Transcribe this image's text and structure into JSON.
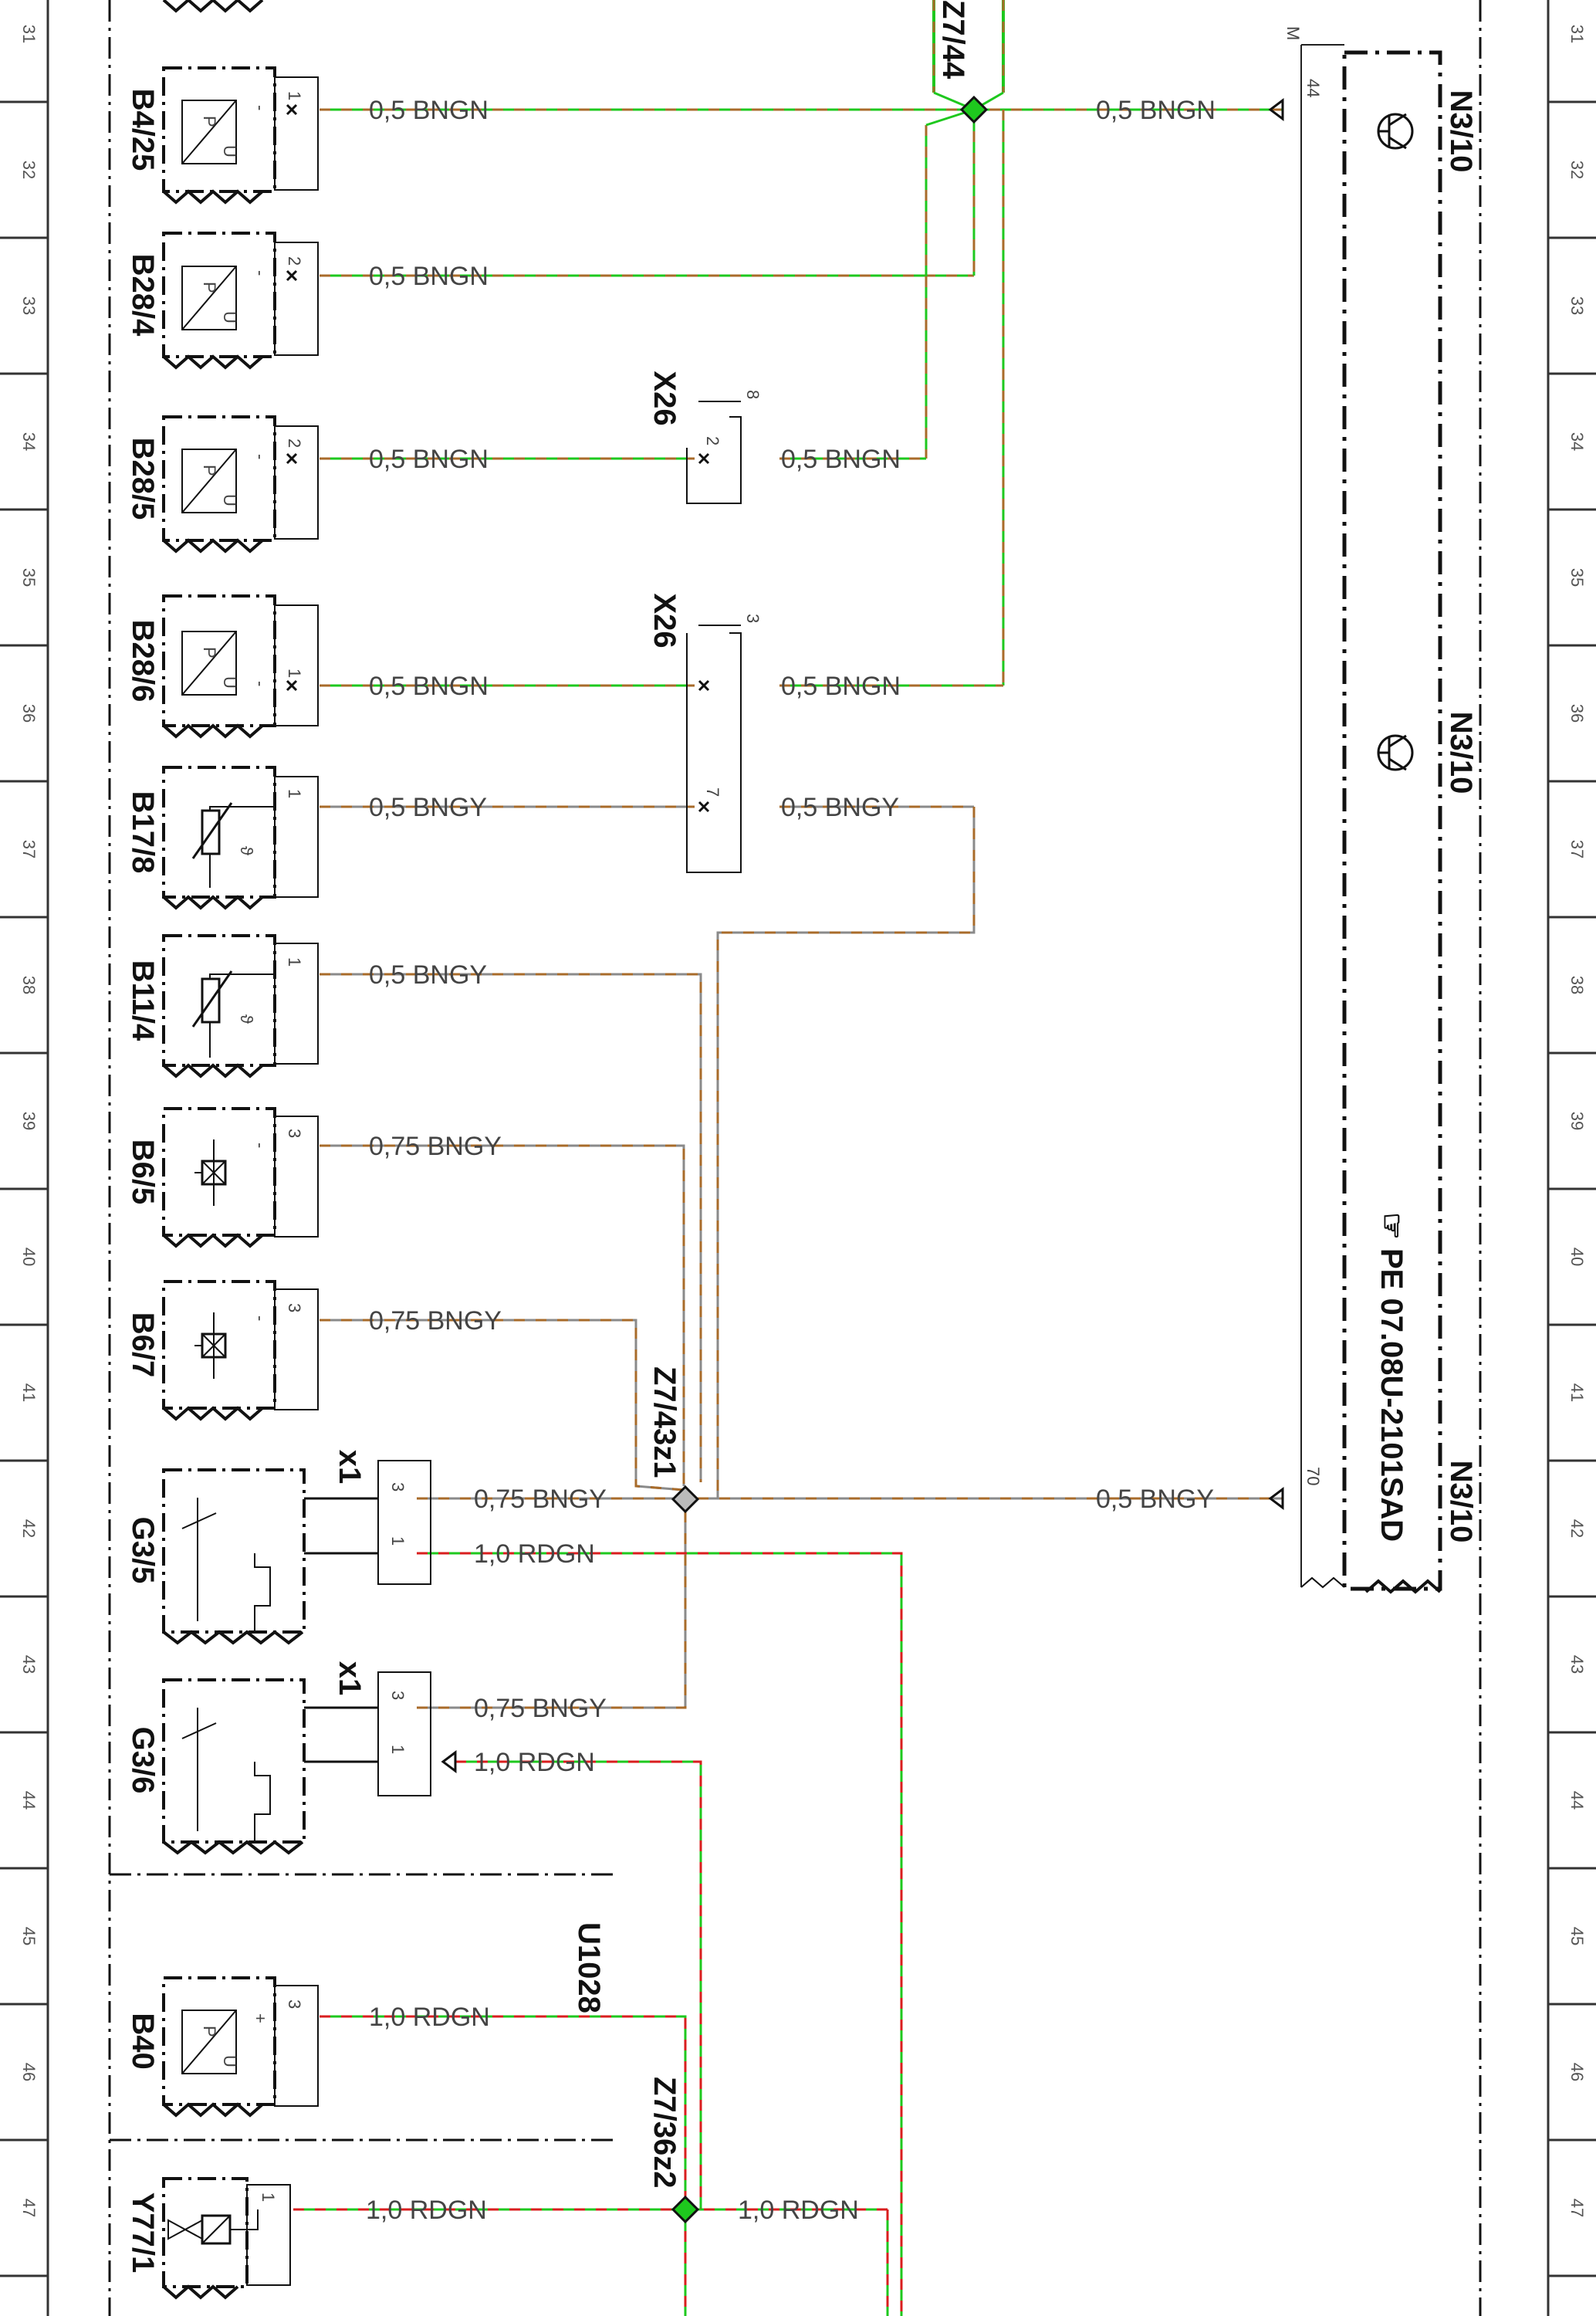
{
  "row_numbers": [
    "31",
    "32",
    "33",
    "34",
    "35",
    "36",
    "37",
    "38",
    "39",
    "40",
    "41",
    "42",
    "43",
    "44",
    "45",
    "46",
    "47"
  ],
  "components": {
    "B4_25": "B4/25",
    "B28_4": "B28/4",
    "B28_5": "B28/5",
    "B28_6": "B28/6",
    "B17_8": "B17/8",
    "B11_4": "B11/4",
    "B6_5": "B6/5",
    "B6_7": "B6/7",
    "G3_5": "G3/5",
    "G3_6": "G3/6",
    "B40": "B40",
    "Y77_1": "Y77/1",
    "N3_10_a": "N3/10",
    "N3_10_b": "N3/10",
    "N3_10_c": "N3/10",
    "U1028": "U1028",
    "X26_a": "X26",
    "X26_b": "X26",
    "x1_a": "x1",
    "x1_b": "x1"
  },
  "splices": {
    "z7_44": "Z7/44",
    "z7_43z1": "Z7/43z1",
    "z7_36z2": "Z7/36z2"
  },
  "reference": "☞ PE 07.08U-2101SAD",
  "pins": {
    "b4_25": "1",
    "b28_4": "2",
    "b28_5": "2",
    "b28_6": "1",
    "b17_8": "1",
    "b11_4": "1",
    "b6_5": "3",
    "b6_7": "3",
    "g3_5_top": "3",
    "g3_5_bot": "1",
    "g3_6_top": "3",
    "g3_6_bot": "1",
    "b40": "3",
    "y77_1": "1",
    "x26_a_top": "8",
    "x26_a_pin": "2",
    "x26_b_top": "3",
    "x26_b_pin": "7",
    "n3_10_44": "44",
    "n3_10_70": "70",
    "n3_10_m": "M"
  },
  "sensor_marks": {
    "pressure_p": "P",
    "pressure_u": "U",
    "minus": "-",
    "plus": "+",
    "theta": "ϑ"
  },
  "wires": {
    "b4_25": "0,5 BNGN",
    "b28_4": "0,5 BNGN",
    "b28_5": "0,5 BNGN",
    "x26_8": "0,5 BNGN",
    "b28_6": "0,5 BNGN",
    "x26_3": "0,5 BNGN",
    "b17_8": "0,5 BNGY",
    "x26_7": "0,5 BNGY",
    "b11_4": "0,5 BNGY",
    "b6_5": "0,75 BNGY",
    "b6_7": "0,75 BNGY",
    "g3_5_sig": "0,75 BNGY",
    "g3_5_pwr": "1,0 RDGN",
    "g3_6_sig": "0,75 BNGY",
    "g3_6_pwr": "1,0 RDGN",
    "b40": "1,0 RDGN",
    "y77_1": "1,0 RDGN",
    "y77_right": "1,0 RDGN",
    "n3_10_top": "0,5 BNGN",
    "n3_10_bottom": "0,5 BNGY"
  },
  "colors": {
    "green": "#1ec81e",
    "brown": "#a86b2a",
    "grey": "#8a8a8a",
    "red": "#d81e1e",
    "line": "#111111"
  }
}
